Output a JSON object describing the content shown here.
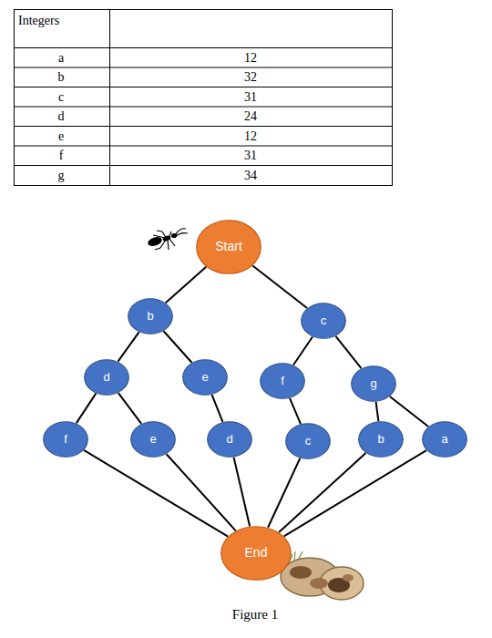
{
  "diagram": {
    "caption": "Figure 1",
    "nodes": [
      {
        "text": [
          "Start"
        ]
      },
      {
        "text": [
          "b"
        ]
      },
      {
        "text": [
          "c"
        ]
      },
      {
        "text": [
          "d"
        ]
      },
      {
        "text": [
          "e"
        ]
      },
      {
        "text": [
          "f"
        ]
      },
      {
        "text": [
          "g"
        ]
      },
      {
        "text": [
          "f"
        ]
      },
      {
        "text": [
          "e"
        ]
      },
      {
        "text": [
          "d"
        ]
      },
      {
        "text": [
          "c"
        ]
      },
      {
        "text": [
          "b"
        ]
      },
      {
        "text": [
          "a"
        ]
      },
      {
        "text": [
          "End"
        ]
      }
    ],
    "edges": [
      {
        "from": 0,
        "to": 1,
        "arrow": "none"
      },
      {
        "from": 0,
        "to": 2,
        "arrow": "none"
      },
      {
        "from": 1,
        "to": 3,
        "arrow": "none"
      },
      {
        "from": 1,
        "to": 4,
        "arrow": "none"
      },
      {
        "from": 2,
        "to": 5,
        "arrow": "none"
      },
      {
        "from": 2,
        "to": 6,
        "arrow": "none"
      },
      {
        "from": 3,
        "to": 7,
        "arrow": "none"
      },
      {
        "from": 3,
        "to": 8,
        "arrow": "none"
      },
      {
        "from": 4,
        "to": 9,
        "arrow": "none"
      },
      {
        "from": 5,
        "to": 10,
        "arrow": "none"
      },
      {
        "from": 6,
        "to": 11,
        "arrow": "none"
      },
      {
        "from": 6,
        "to": 12,
        "arrow": "none"
      },
      {
        "from": 7,
        "to": 13,
        "arrow": "none"
      },
      {
        "from": 8,
        "to": 13,
        "arrow": "none"
      },
      {
        "from": 9,
        "to": 13,
        "arrow": "none"
      },
      {
        "from": 10,
        "to": 13,
        "arrow": "none"
      },
      {
        "from": 11,
        "to": 13,
        "arrow": "none"
      },
      {
        "from": 12,
        "to": 13,
        "arrow": "none"
      }
    ],
    "labels": [
      "Integers",
      "a",
      "12",
      "b",
      "32",
      "c",
      "31",
      "d",
      "24",
      "e",
      "12",
      "f",
      "31",
      "g",
      "34"
    ]
  }
}
